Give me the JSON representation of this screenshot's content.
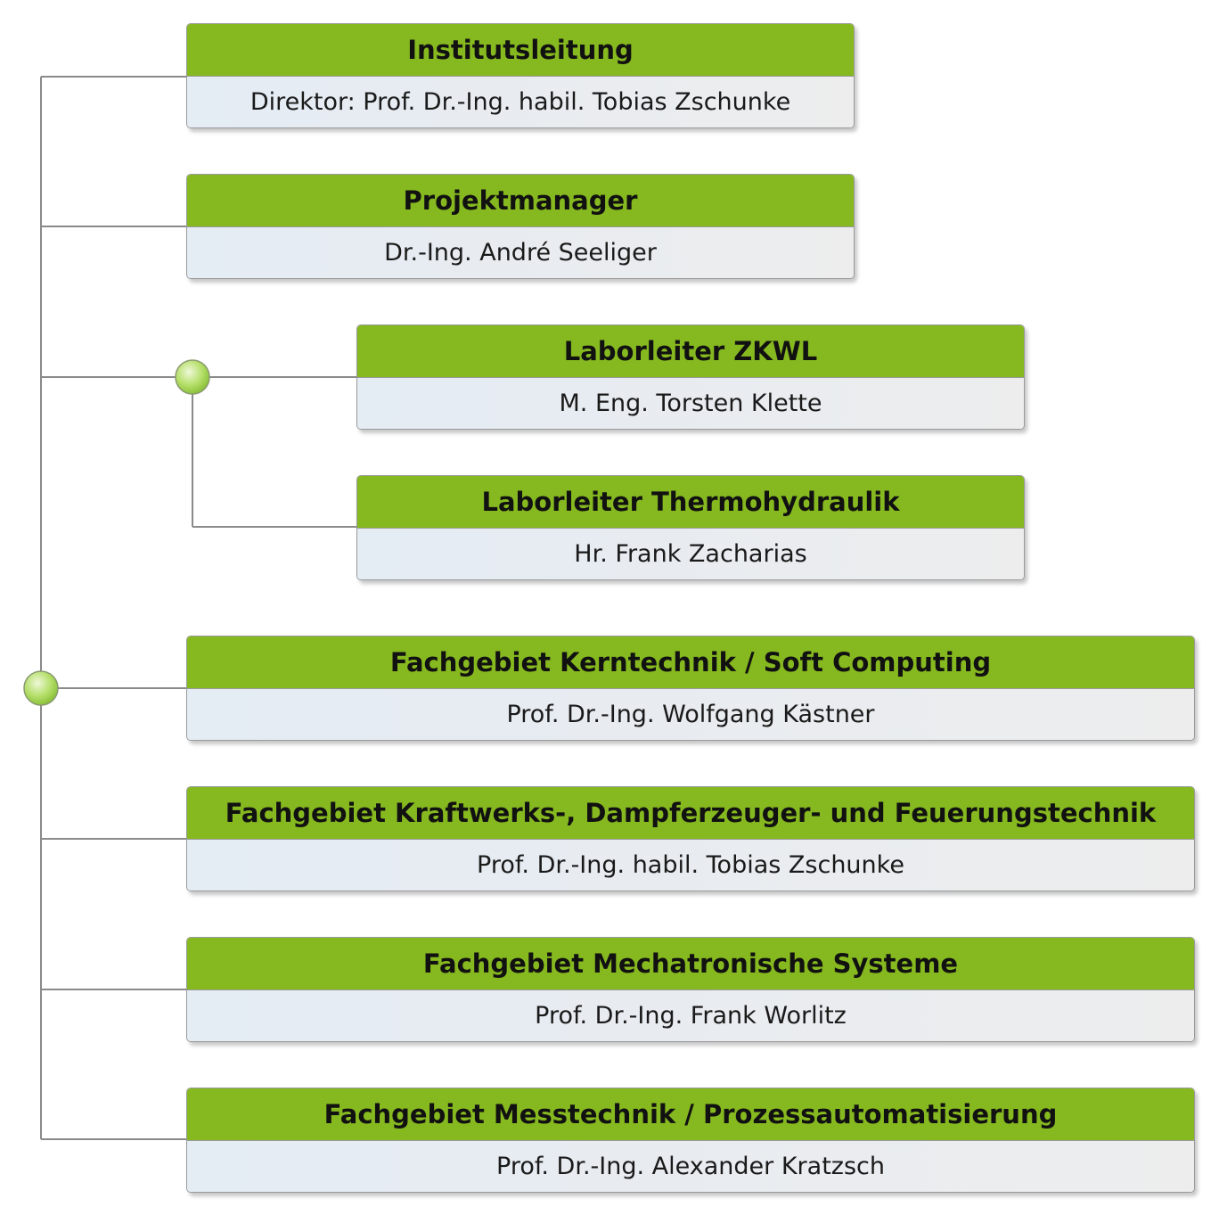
{
  "units": [
    {
      "title": "Institutsleitung",
      "person": "Direktor: Prof. Dr.-Ing. habil. Tobias Zschunke"
    },
    {
      "title": "Projektmanager",
      "person": "Dr.-Ing. André Seeliger"
    },
    {
      "title": "Laborleiter ZKWL",
      "person": "M. Eng. Torsten Klette"
    },
    {
      "title": "Laborleiter Thermohydraulik",
      "person": "Hr. Frank Zacharias"
    },
    {
      "title": "Fachgebiet Kerntechnik / Soft Computing",
      "person": "Prof. Dr.-Ing. Wolfgang Kästner"
    },
    {
      "title": "Fachgebiet Kraftwerks-, Dampferzeuger- und Feuerungstechnik",
      "person": "Prof. Dr.-Ing. habil. Tobias Zschunke"
    },
    {
      "title": "Fachgebiet Mechatronische Systeme",
      "person": "Prof. Dr.-Ing. Frank Worlitz"
    },
    {
      "title": "Fachgebiet Messtechnik / Prozessautomatisierung",
      "person": "Prof. Dr.-Ing. Alexander Kratzsch"
    }
  ],
  "colors": {
    "header_green": "#86b81f",
    "body_grey": "#ececec",
    "connector_line": "#8a8a8a",
    "node_green": "#a9d85a"
  }
}
